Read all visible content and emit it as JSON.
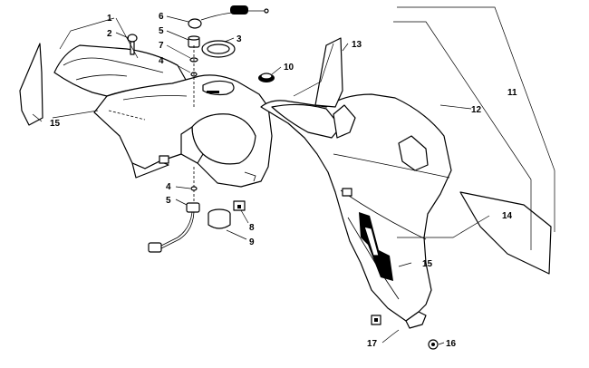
{
  "callouts": [
    {
      "id": "c1",
      "text": "1"
    },
    {
      "id": "c2",
      "text": "2"
    },
    {
      "id": "c3",
      "text": "3"
    },
    {
      "id": "c4a",
      "text": "4"
    },
    {
      "id": "c4b",
      "text": "4"
    },
    {
      "id": "c5a",
      "text": "5"
    },
    {
      "id": "c5b",
      "text": "5"
    },
    {
      "id": "c6",
      "text": "6"
    },
    {
      "id": "c7",
      "text": "7"
    },
    {
      "id": "c8",
      "text": "8"
    },
    {
      "id": "c9",
      "text": "9"
    },
    {
      "id": "c10",
      "text": "10"
    },
    {
      "id": "c11",
      "text": "11"
    },
    {
      "id": "c12",
      "text": "12"
    },
    {
      "id": "c13",
      "text": "13"
    },
    {
      "id": "c14",
      "text": "14"
    },
    {
      "id": "c15a",
      "text": "15"
    },
    {
      "id": "c15b",
      "text": "15"
    },
    {
      "id": "c16",
      "text": "16"
    },
    {
      "id": "c17",
      "text": "17"
    }
  ],
  "colors": {
    "line": "#000000",
    "background": "#ffffff"
  }
}
